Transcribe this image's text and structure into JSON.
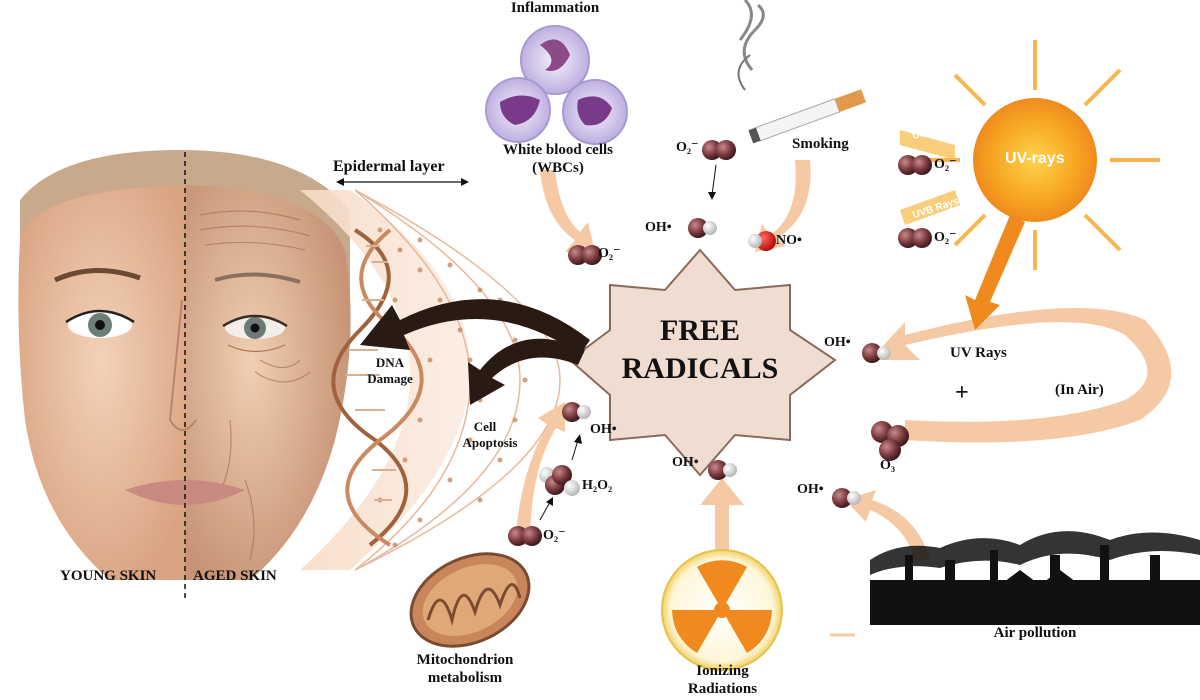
{
  "center": {
    "line1": "FREE",
    "line2": "RADICALS"
  },
  "sources": {
    "inflammation": "Inflammation",
    "wbc_line1": "White blood cells",
    "wbc_line2": "(WBCs)",
    "smoking": "Smoking",
    "uv_rays": "UV-rays",
    "uvc_rays": "UVC Rays",
    "uvb_rays": "UVB Rays",
    "uv_rays_air": "UV Rays",
    "in_air": "(In Air)",
    "plus": "+",
    "air_pollution": "Air pollution",
    "ionizing_line1": "Ionizing",
    "ionizing_line2": "Radiations",
    "mito_line1": "Mitochondrion",
    "mito_line2": "metabolism"
  },
  "skin": {
    "epidermal": "Epidermal layer",
    "young": "YOUNG SKIN",
    "aged": "AGED SKIN",
    "dna_line1": "DNA",
    "dna_line2": "Damage",
    "cell_line1": "Cell",
    "cell_line2": "Apoptosis"
  },
  "molecules": {
    "superoxide": "O₂⁻",
    "hydroxyl": "OH•",
    "no": "NO•",
    "h2o2": "H₂O₂",
    "ozone": "O₃"
  },
  "colors": {
    "arrow_peach": "#f6c9a5",
    "star_fill": "#f0ddd2",
    "molecule_red": "#7a3a3e",
    "uv_orange": "#f08a1e",
    "dark_arrow": "#2a1a14"
  }
}
